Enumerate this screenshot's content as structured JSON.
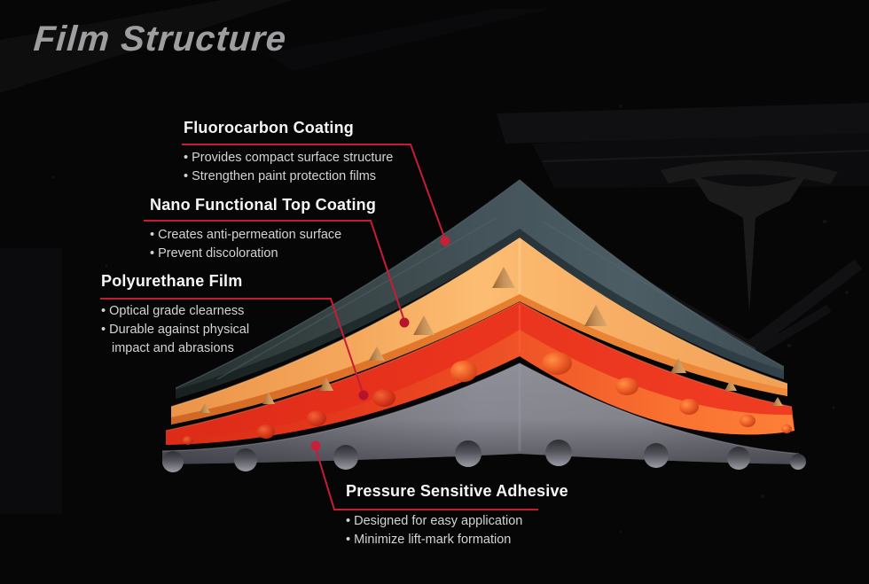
{
  "title": "Film Structure",
  "labels": [
    {
      "heading": "Fluorocarbon Coating",
      "bullets": [
        "Provides compact surface structure",
        "Strengthen paint protection films"
      ]
    },
    {
      "heading": "Nano Functional Top Coating",
      "bullets": [
        "Creates anti-permeation surface",
        "Prevent discoloration"
      ]
    },
    {
      "heading": "Polyurethane Film",
      "bullets": [
        "Optical grade clearness",
        "Durable against physical impact and abrasions"
      ]
    },
    {
      "heading": "Pressure Sensitive Adhesive",
      "bullets": [
        "Designed for easy application",
        "Minimize lift-mark formation"
      ]
    }
  ],
  "diagram": {
    "type": "layer-stack-infographic",
    "layers": [
      {
        "name": "Fluorocarbon Coating",
        "color": "#3f4c52"
      },
      {
        "name": "Nano Functional Top Coating",
        "color": "#f5a85c"
      },
      {
        "name": "Polyurethane Film",
        "color": "#ea341e"
      },
      {
        "name": "Pressure Sensitive Adhesive",
        "color": "#8f8f99"
      }
    ],
    "background_icon": "tesla-t-emblem",
    "accent_color": "#c71c36",
    "background_color": "#060607",
    "title_color": "#9e9ea0"
  }
}
